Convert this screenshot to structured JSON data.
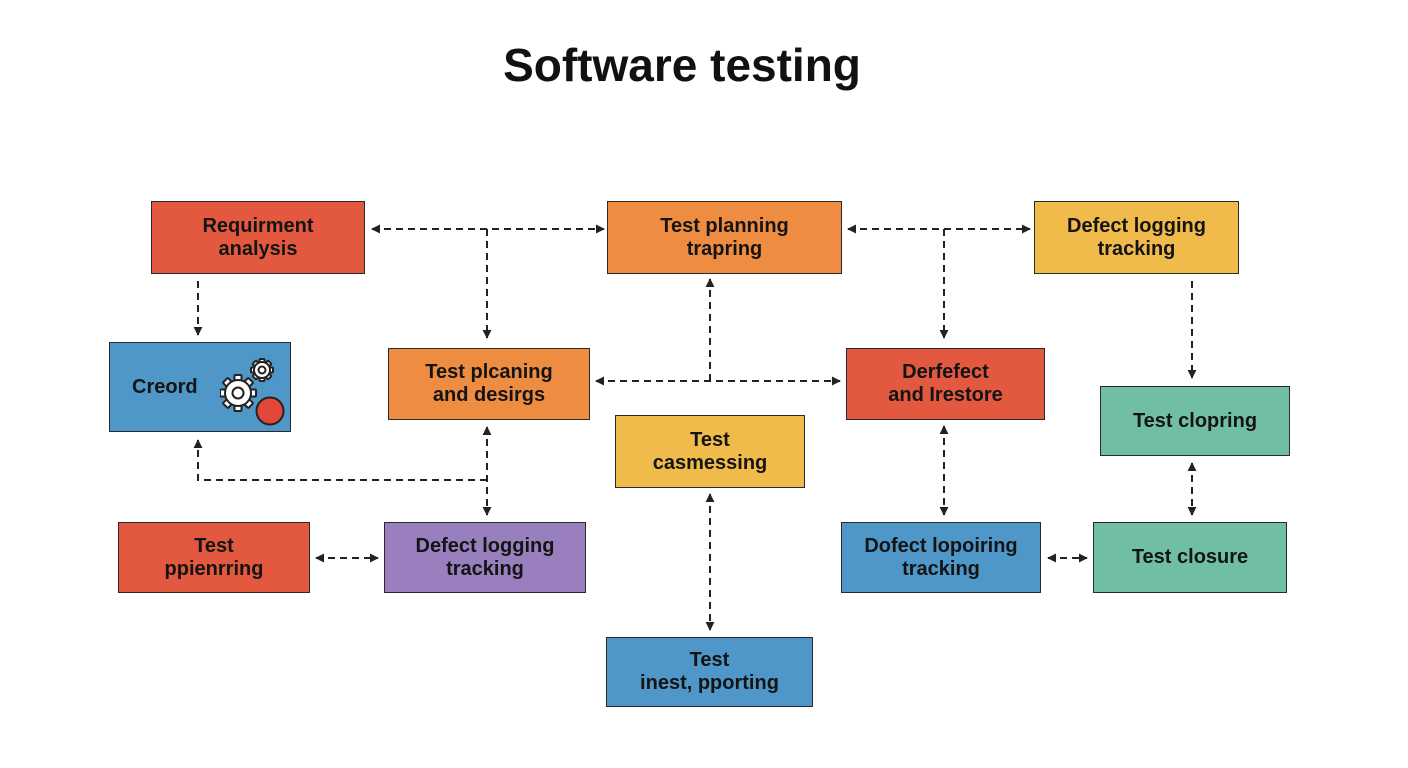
{
  "title": "Software testing",
  "colors": {
    "red": "#e2593f",
    "orange": "#ee8c42",
    "yellow": "#f1bb4c",
    "blue": "#4f97c8",
    "teal": "#71bfa2",
    "purple": "#9a7fbe",
    "line": "#222222"
  },
  "nodes": [
    {
      "id": "requirement-analysis",
      "label": "Requirment\nanalysis",
      "color": "red"
    },
    {
      "id": "test-planning-trapring",
      "label": "Test planning\ntrapring",
      "color": "orange"
    },
    {
      "id": "defect-logging-tracking-top",
      "label": "Defect logging\ntracking",
      "color": "yellow"
    },
    {
      "id": "creord",
      "label": "Creord",
      "color": "blue",
      "icon": "gears-icon"
    },
    {
      "id": "test-planing-designs",
      "label": "Test plcaning\nand desirgs",
      "color": "orange"
    },
    {
      "id": "derfefect-restore",
      "label": "Derfefect\nand Irestore",
      "color": "red"
    },
    {
      "id": "test-clopring",
      "label": "Test clopring",
      "color": "teal"
    },
    {
      "id": "test-casmessing",
      "label": "Test\ncasmessing",
      "color": "yellow"
    },
    {
      "id": "test-ppienring",
      "label": "Test\nppienrring",
      "color": "red"
    },
    {
      "id": "defect-logging-tracking-mid",
      "label": "Defect logging\ntracking",
      "color": "purple"
    },
    {
      "id": "dofect-lopoiring-tracking",
      "label": "Dofect lopoiring\ntracking",
      "color": "blue"
    },
    {
      "id": "test-closure",
      "label": "Test closure",
      "color": "teal"
    },
    {
      "id": "test-inest-pporting",
      "label": "Test\ninest, pporting",
      "color": "blue"
    }
  ]
}
